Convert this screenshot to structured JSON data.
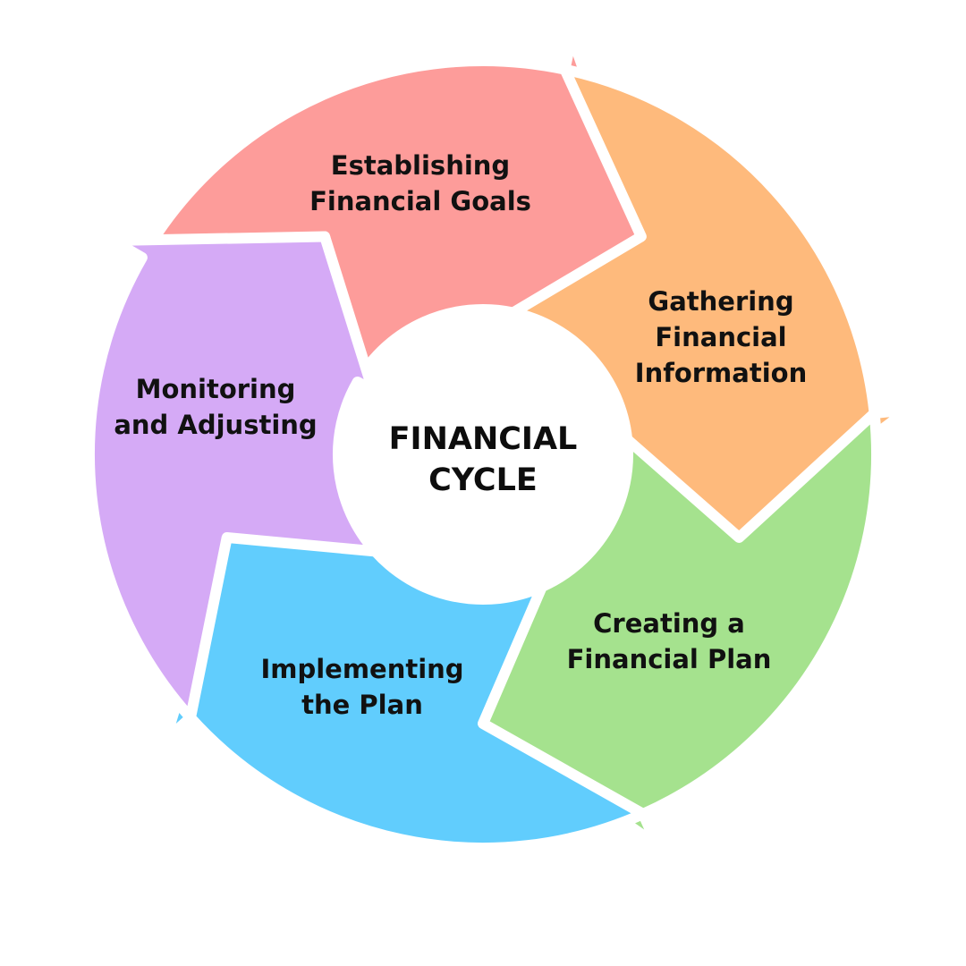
{
  "center": {
    "line1": "FINANCIAL",
    "line2": "CYCLE"
  },
  "segments": [
    {
      "id": "establishing",
      "lines": [
        "Establishing",
        "Financial Goals"
      ],
      "color": "#fd9c9a"
    },
    {
      "id": "gathering",
      "lines": [
        "Gathering",
        "Financial",
        "Information"
      ],
      "color": "#feba7c"
    },
    {
      "id": "creating",
      "lines": [
        "Creating a",
        "Financial Plan"
      ],
      "color": "#a5e28e"
    },
    {
      "id": "implementing",
      "lines": [
        "Implementing",
        "the Plan"
      ],
      "color": "#61cdfd"
    },
    {
      "id": "monitoring",
      "lines": [
        "Monitoring",
        "and Adjusting"
      ],
      "color": "#d5aaf6"
    }
  ]
}
